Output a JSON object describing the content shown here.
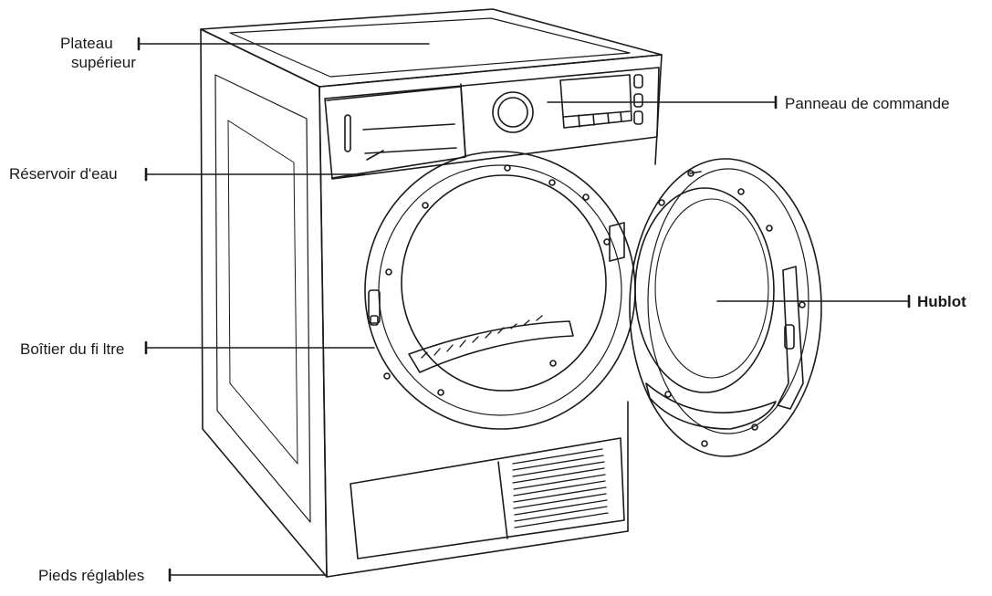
{
  "labels": {
    "plateau_line1": "Plateau",
    "plateau_line2": "supérieur",
    "reservoir": "Réservoir d'eau",
    "boitier": "Boîtier du fi ltre",
    "pieds": "Pieds réglables",
    "panneau": "Panneau de commande",
    "hublot": "Hublot"
  },
  "colors": {
    "line": "#1a1a1a",
    "label_text": "#1a1a1a",
    "background": "#ffffff"
  }
}
